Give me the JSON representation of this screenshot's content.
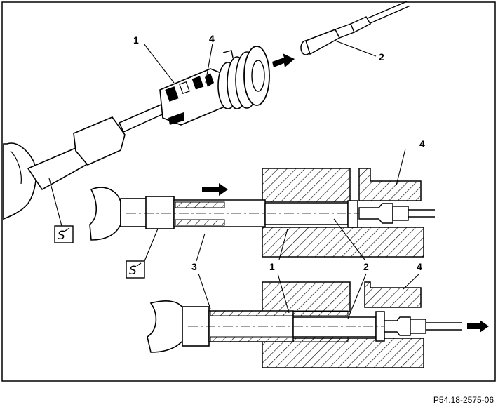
{
  "figure": {
    "reference_code": "P54.18-2575-06",
    "callouts": {
      "item1": "1",
      "item2": "2",
      "item3": "3",
      "item4": "4"
    },
    "tool_symbol": "special-tool-symbol",
    "colors": {
      "ink": "#000000",
      "paper": "#ffffff"
    }
  }
}
